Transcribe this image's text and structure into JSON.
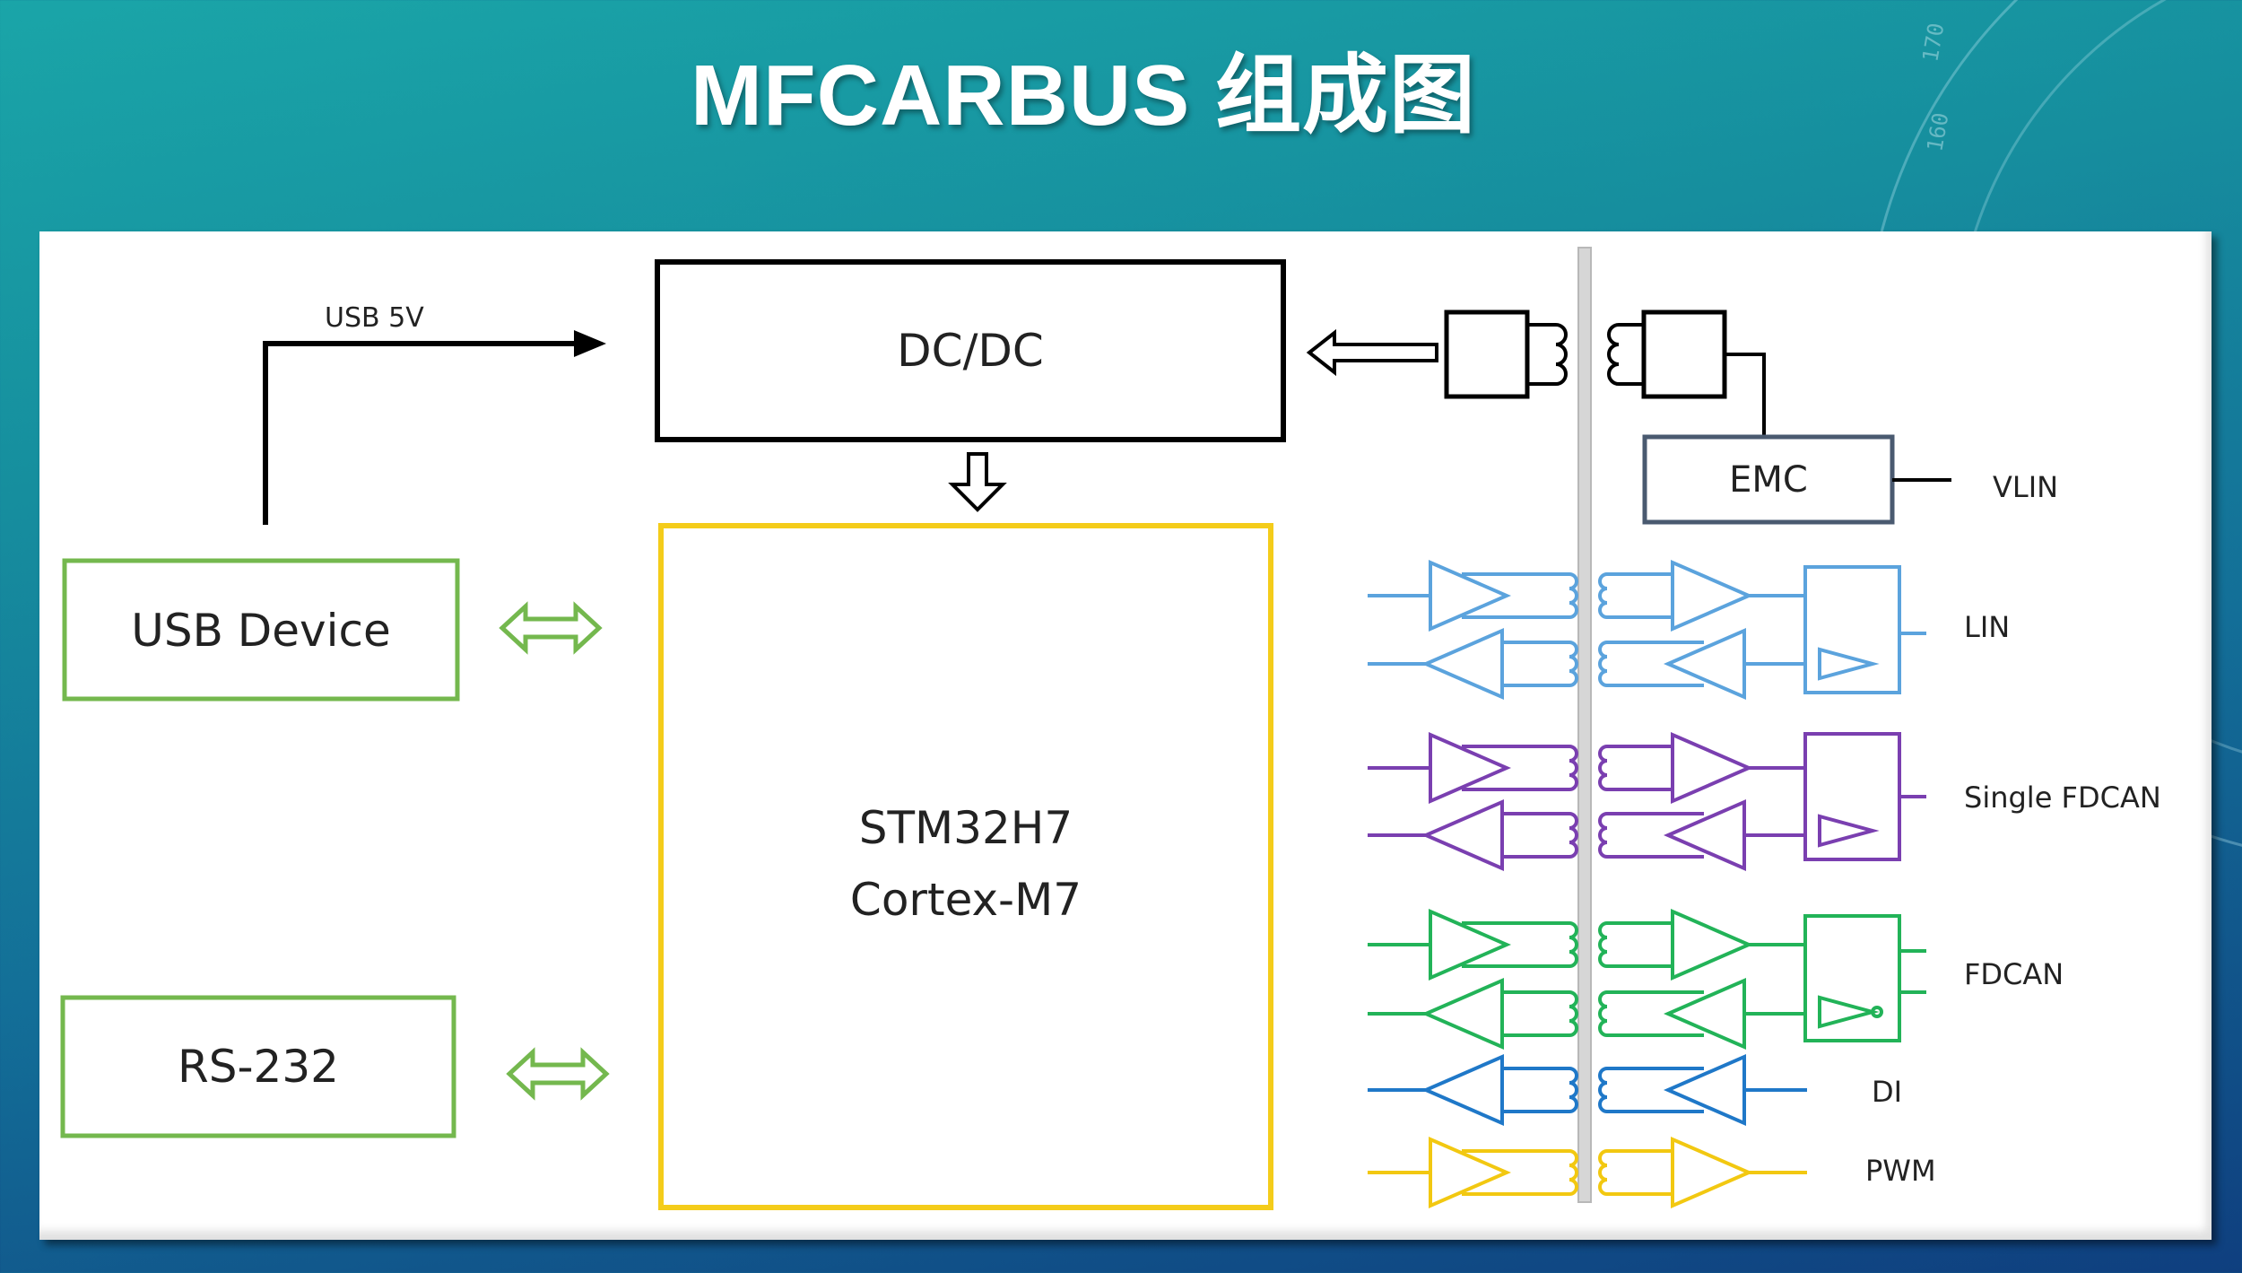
{
  "title": "MFCARBUS 组成图",
  "background_decoration": {
    "dial_numbers": [
      "170",
      "160"
    ]
  },
  "blocks": {
    "dcdc": "DC/DC",
    "mcu_line1": "STM32H7",
    "mcu_line2": "Cortex-M7",
    "usb_device": "USB Device",
    "rs232": "RS-232",
    "emc": "EMC"
  },
  "labels": {
    "usb5v": "USB 5V",
    "vlin": "VLIN",
    "lin": "LIN",
    "single_fdcan": "Single FDCAN",
    "fdcan": "FDCAN",
    "di": "DI",
    "pwm": "PWM"
  },
  "colors": {
    "lin": "#5ba3dd",
    "single_fdcan": "#7a3fb0",
    "fdcan": "#22b358",
    "di": "#1f78c8",
    "pwm": "#f2c811",
    "mcu_border": "#f4cc1a",
    "interface_border": "#74b84e",
    "emc_border": "#4a5a70",
    "barrier": "#cfcfcf"
  }
}
